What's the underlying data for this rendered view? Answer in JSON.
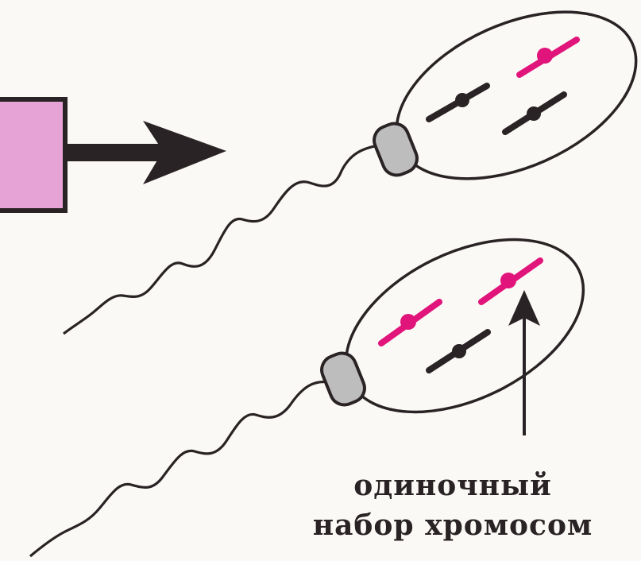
{
  "diagram": {
    "caption": {
      "line1": "одиночный",
      "line2": "набор хромосом"
    },
    "colors": {
      "background": "#fbf9f6",
      "outline": "#2a2325",
      "box_fill": "#e6a3d6",
      "maternal_chromosome": "#e0147a",
      "paternal_chromosome": "#2a2325",
      "midpiece_fill": "#bdbdbd"
    },
    "elements": {
      "source_box": "pink-cell-box",
      "arrow": "right-arrow-icon",
      "sperm_cells": [
        "sperm-cell-top",
        "sperm-cell-bottom"
      ],
      "pointer": "up-arrow-icon"
    }
  }
}
